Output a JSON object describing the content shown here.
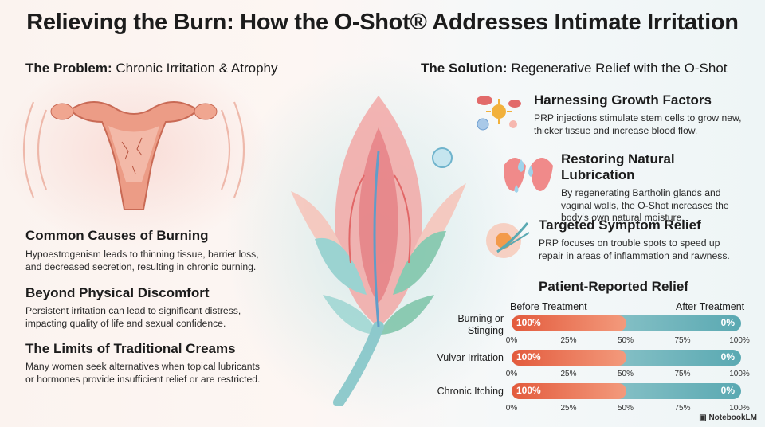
{
  "title": "Relieving the Burn: How the O-Shot® Addresses Intimate Irritation",
  "problem": {
    "head_bold": "The Problem:",
    "head_rest": " Chronic Irritation & Atrophy",
    "items": [
      {
        "title": "Common Causes of Burning",
        "text": "Hypoestrogenism leads to thinning tissue, barrier loss, and decreased secretion, resulting in chronic burning."
      },
      {
        "title": "Beyond Physical Discomfort",
        "text": "Persistent irritation can lead to significant distress, impacting quality of life and sexual confidence."
      },
      {
        "title": "The Limits of Traditional Creams",
        "text": "Many women seek alternatives when topical lubricants or hormones provide insufficient relief or are restricted."
      }
    ]
  },
  "solution": {
    "head_bold": "The Solution:",
    "head_rest": " Regenerative Relief with the O-Shot",
    "items": [
      {
        "title": "Harnessing Growth Factors",
        "text": "PRP injections stimulate stem cells to grow new, thicker tissue and increase blood flow."
      },
      {
        "title": "Restoring Natural Lubrication",
        "text": "By regenerating Bartholin glands and vaginal walls, the O-Shot increases the body's own natural moisture."
      },
      {
        "title": "Targeted Symptom Relief",
        "text": "PRP focuses on trouble spots to speed up repair in areas of inflammation and rawness."
      }
    ]
  },
  "relief": {
    "title": "Patient-Reported Relief",
    "before_label": "Before Treatment",
    "after_label": "After Treatment",
    "ticks": [
      "0%",
      "25%",
      "50%",
      "75%",
      "100%"
    ],
    "rows": [
      {
        "label": "Burning or Stinging",
        "before": "100%",
        "after": "0%",
        "fill": 0.5
      },
      {
        "label": "Vulvar Irritation",
        "before": "100%",
        "after": "0%",
        "fill": 0.5
      },
      {
        "label": "Chronic Itching",
        "before": "100%",
        "after": "0%",
        "fill": 0.5
      }
    ]
  },
  "brand": "NotebookLM",
  "colors": {
    "accent_red": "#e35b3d",
    "accent_teal": "#5aa9b2"
  }
}
